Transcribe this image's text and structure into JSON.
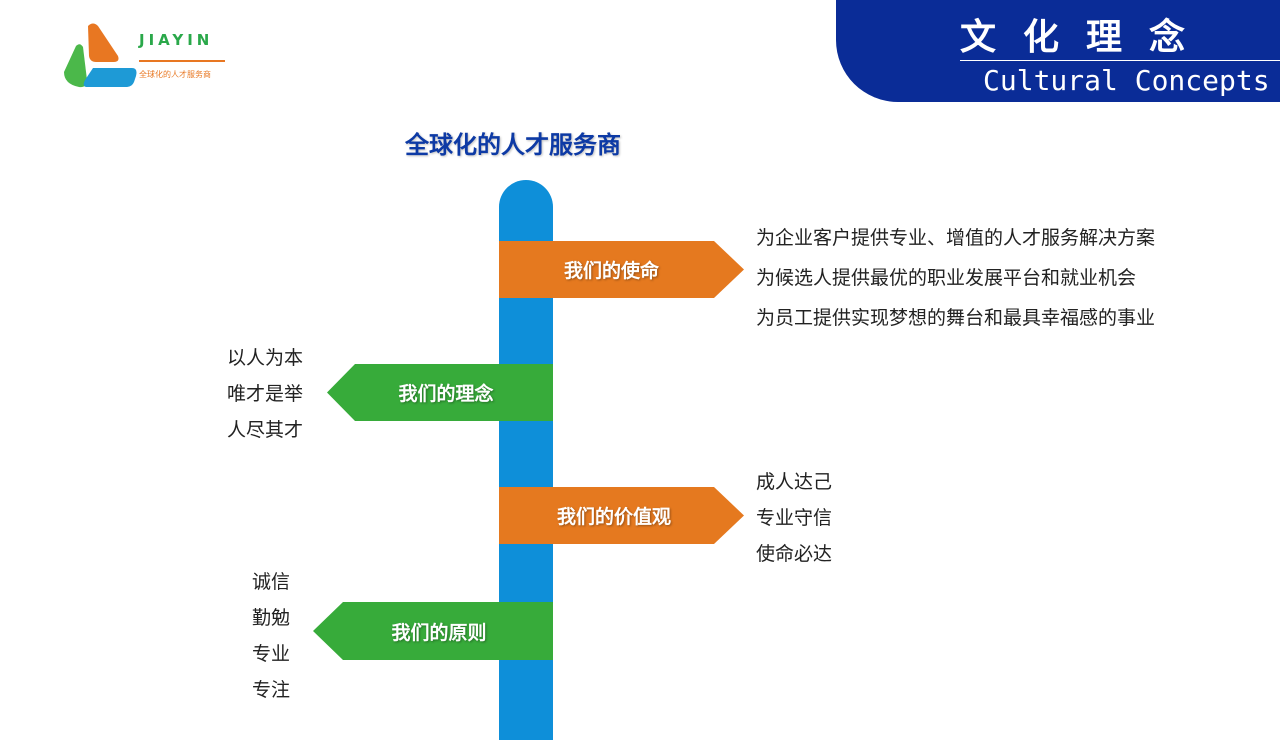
{
  "logo": {
    "brand": "JIAYIN",
    "tagline": "全球化的人才服务商",
    "icon": "jiayin-logo-icon"
  },
  "header": {
    "title": "文化理念",
    "subtitle": "Cultural Concepts"
  },
  "main_title": "全球化的人才服务商",
  "colors": {
    "orange": "#e5791f",
    "green": "#37ab3a",
    "blue_pole": "#0e8fd9",
    "navy": "#0a2c97",
    "title_blue": "#0d3aa5"
  },
  "signs": {
    "mission": {
      "label": "我们的使命",
      "items": [
        "为企业客户提供专业、增值的人才服务解决方案",
        "为候选人提供最优的职业发展平台和就业机会",
        "为员工提供实现梦想的舞台和最具幸福感的事业"
      ]
    },
    "concept": {
      "label": "我们的理念",
      "items": [
        "以人为本",
        "唯才是举",
        "人尽其才"
      ]
    },
    "values": {
      "label": "我们的价值观",
      "items": [
        "成人达己",
        "专业守信",
        "使命必达"
      ]
    },
    "principle": {
      "label": "我们的原则",
      "items": [
        "诚信",
        "勤勉",
        "专业",
        "专注"
      ]
    }
  }
}
